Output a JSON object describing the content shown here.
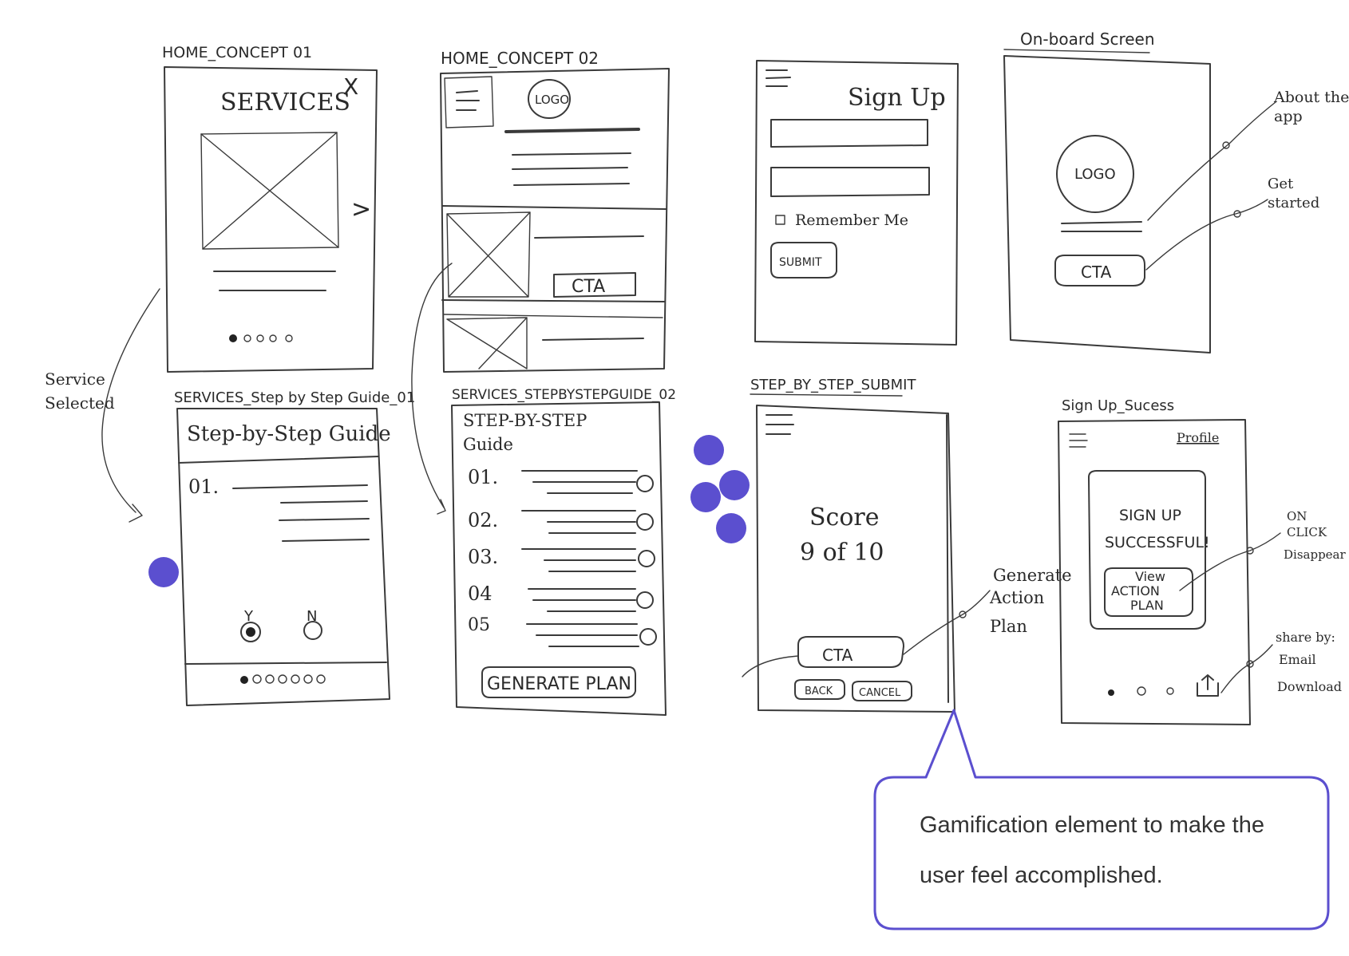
{
  "colors": {
    "accent": "#5b4fcf",
    "ink": "#2a2a2a",
    "paper": "#ffffff"
  },
  "frames": {
    "home1": {
      "title": "HOME_CONCEPT 01",
      "heading": "SERVICES",
      "close": "X",
      "chevron": ">"
    },
    "home2": {
      "title": "HOME_CONCEPT 02",
      "logo": "LOGO",
      "cta": "CTA"
    },
    "signup": {
      "heading": "Sign Up",
      "remember": "Remember Me",
      "submit": "SUBMIT"
    },
    "onboard": {
      "title": "On-board Screen",
      "logo": "LOGO",
      "cta": "CTA",
      "note_about": [
        "About the",
        "app"
      ],
      "note_start": [
        "Get",
        "started"
      ]
    },
    "guide1": {
      "title": "SERVICES_Step by Step Guide_01",
      "heading": "Step-by-Step Guide",
      "step": "01.",
      "yes": "Y",
      "no": "N"
    },
    "guide2": {
      "title": "SERVICES_STEPBYSTEPGUIDE_02",
      "heading": [
        "STEP-BY-STEP",
        "Guide"
      ],
      "steps": [
        "01.",
        "02.",
        "03.",
        "04",
        "05"
      ],
      "cta": "GENERATE PLAN"
    },
    "submit": {
      "title": "STEP_BY_STEP_SUBMIT",
      "score": "Score",
      "score_value": "9 of 10",
      "cta": "CTA",
      "back": "BACK",
      "cancel": "CANCEL",
      "note": [
        "Generate",
        "Action",
        "Plan"
      ]
    },
    "success": {
      "title": "Sign Up_Sucess",
      "profile": "Profile",
      "message": [
        "SIGN UP",
        "SUCCESSFUL!"
      ],
      "view": [
        "View",
        "ACTION",
        "PLAN"
      ],
      "note_click": [
        "ON",
        "CLICK",
        "Disappear"
      ],
      "note_share": [
        "share by:",
        "Email",
        "Download"
      ]
    }
  },
  "annotations": {
    "service_selected": [
      "Service",
      "Selected"
    ]
  },
  "callout": {
    "lines": [
      "Gamification element to make the",
      "user feel accomplished."
    ]
  }
}
